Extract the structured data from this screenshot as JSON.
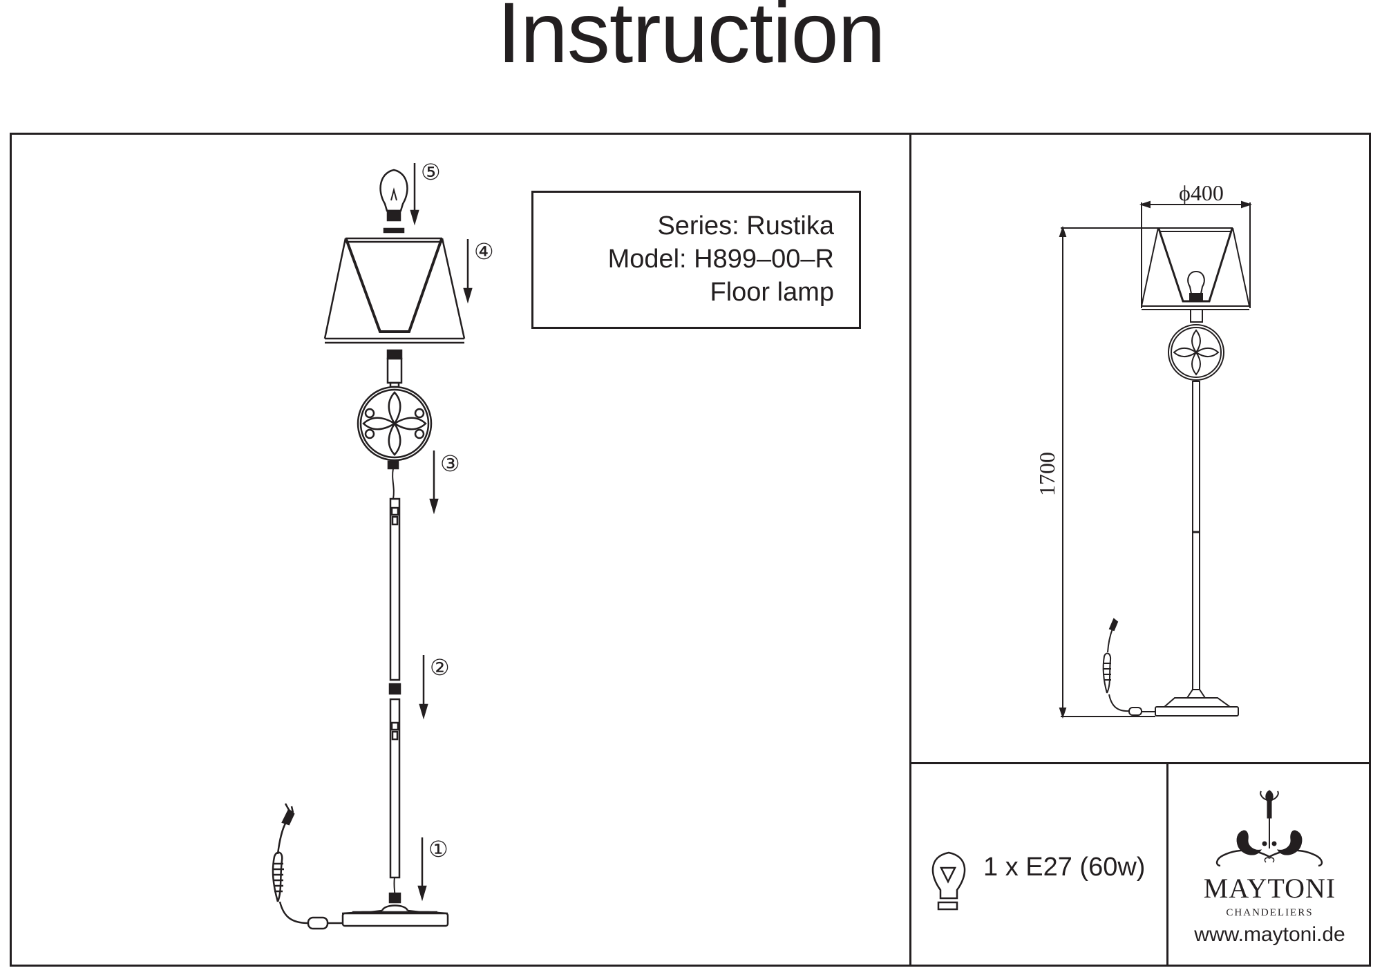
{
  "document": {
    "title": "Instruction"
  },
  "product": {
    "series": "Series: Rustika",
    "model": "Model: H899–00–R",
    "type": "Floor lamp"
  },
  "assembly_steps": [
    {
      "number": "①",
      "icon": "arrow-down-icon"
    },
    {
      "number": "②",
      "icon": "arrow-down-icon"
    },
    {
      "number": "③",
      "icon": "arrow-down-icon"
    },
    {
      "number": "④",
      "icon": "arrow-down-icon"
    },
    {
      "number": "⑤",
      "icon": "arrow-down-icon"
    }
  ],
  "dimensions": {
    "diameter": "ϕ400",
    "height": "1700"
  },
  "bulb": {
    "icon": "light-bulb-icon",
    "spec": "1 x E27 (60w)"
  },
  "brand": {
    "name": "MAYTONI",
    "subtitle": "CHANDELIERS",
    "url": "www.maytoni.de"
  },
  "colors": {
    "ink": "#231f20",
    "paper": "#ffffff"
  }
}
